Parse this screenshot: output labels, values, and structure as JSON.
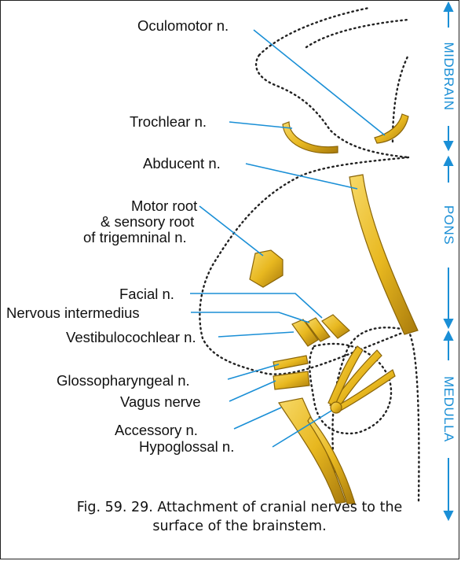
{
  "labels": {
    "oculomotor": "Oculomotor n.",
    "trochlear": "Trochlear n.",
    "abducent": "Abducent n.",
    "trigeminal_line1": "Motor root",
    "trigeminal_line2": "& sensory root",
    "trigeminal_line3": "of trigemninal n.",
    "facial": "Facial n.",
    "intermedius": "Nervous intermedius",
    "vestibulocochlear": "Vestibulocochlear n.",
    "glossopharyngeal": "Glossopharyngeal n.",
    "vagus": "Vagus nerve",
    "accessory": "Accessory n.",
    "hypoglossal": "Hypoglossal n."
  },
  "regions": {
    "midbrain": "MIDBRAIN",
    "pons": "PONS",
    "medulla": "MEDULLA"
  },
  "caption": {
    "line1": "Fig. 59. 29. Attachment of cranial nerves to the",
    "line2": "surface of the brainstem."
  },
  "colors": {
    "nerve": "#e8b820",
    "nerve_dark": "#8a6508",
    "leader": "#1a8fd6",
    "region_label": "#1a8fd6",
    "outline": "#222222"
  }
}
